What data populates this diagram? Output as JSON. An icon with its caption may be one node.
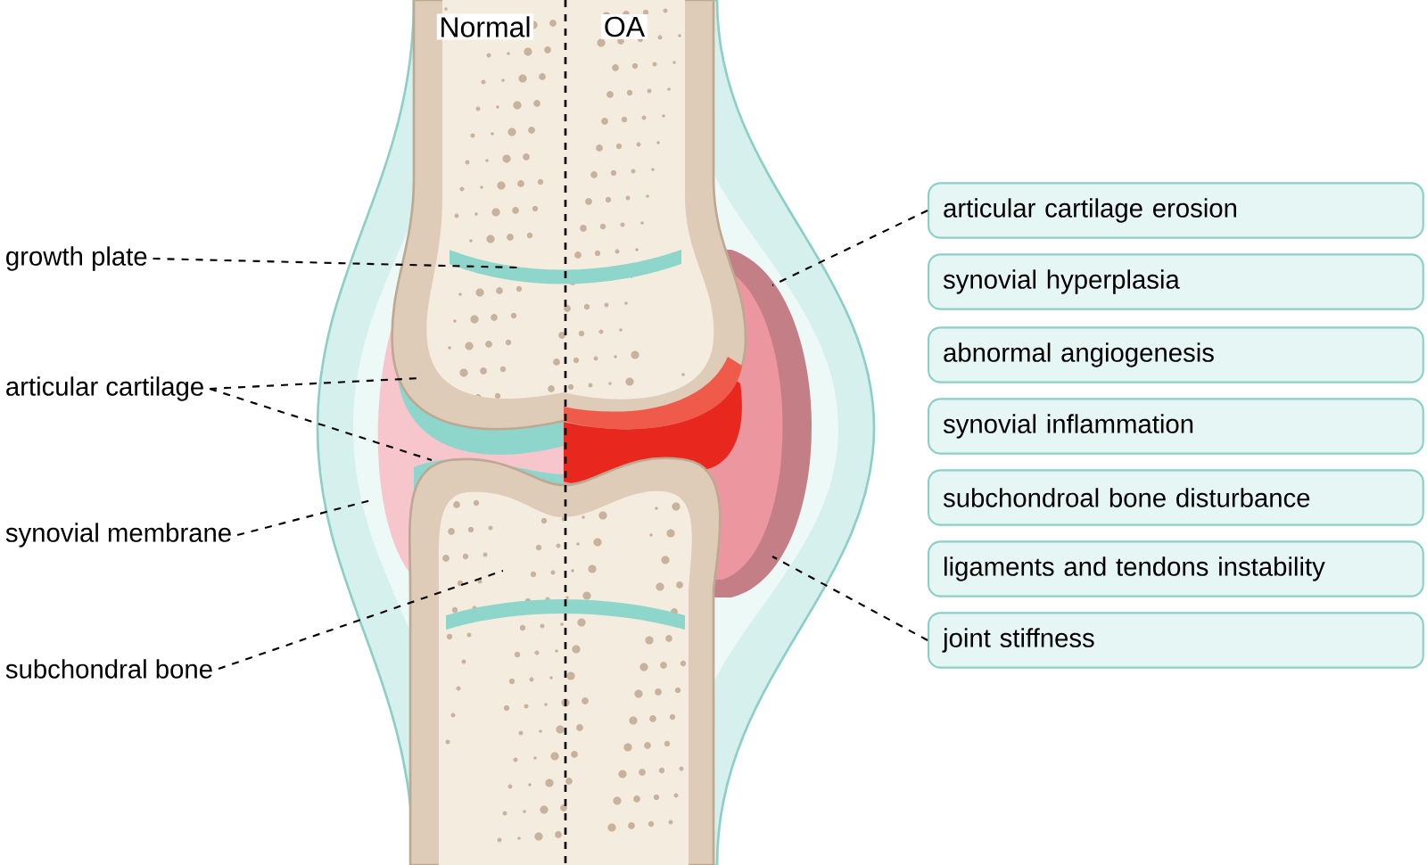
{
  "diagram": {
    "nodes": [
      {
        "text": [
          "growth plate"
        ]
      },
      {
        "text": [
          "articular cartilage"
        ]
      },
      {
        "text": [
          "synovial membrane"
        ]
      },
      {
        "text": [
          "subchondral bone"
        ]
      },
      {
        "text": [
          "articular cartilage erosion"
        ]
      },
      {
        "text": [
          "synovial hyperplasia"
        ]
      },
      {
        "text": [
          "abnormal angiogenesis"
        ]
      },
      {
        "text": [
          "synovial inflammation"
        ]
      },
      {
        "text": [
          "subchondroal bone disturbance"
        ]
      },
      {
        "text": [
          "ligaments and tendons instability"
        ]
      },
      {
        "text": [
          "joint stiffness"
        ]
      }
    ],
    "edges": [
      {
        "from": 0,
        "to": null,
        "arrow": "none",
        "style": "dashed"
      },
      {
        "from": 1,
        "to": null,
        "arrow": "none",
        "style": "dashed"
      },
      {
        "from": 1,
        "to": null,
        "arrow": "none",
        "style": "dashed"
      },
      {
        "from": 2,
        "to": null,
        "arrow": "none",
        "style": "dashed"
      },
      {
        "from": 3,
        "to": null,
        "arrow": "none",
        "style": "dashed"
      },
      {
        "from": 4,
        "to": null,
        "arrow": "none",
        "style": "dashed"
      },
      {
        "from": 10,
        "to": null,
        "arrow": "none",
        "style": "dashed"
      }
    ],
    "labels": [
      "Normal",
      "OA"
    ]
  }
}
